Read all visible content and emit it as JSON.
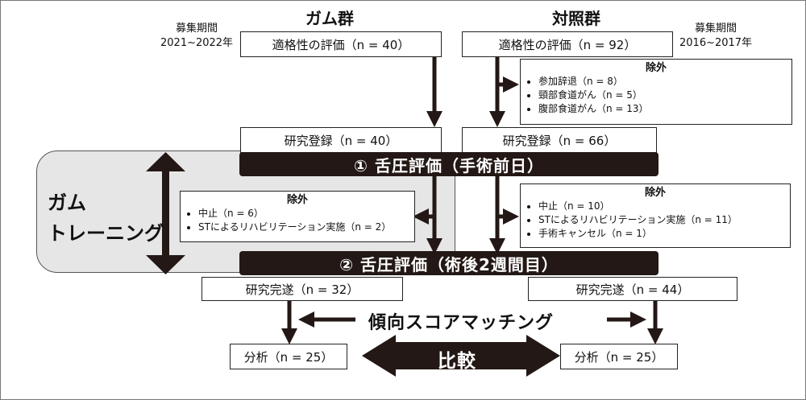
{
  "groups": {
    "gum": {
      "title": "ガム群",
      "period_label": "募集期間",
      "period": "2021~2022年",
      "eligibility": "適格性の評価（n = 40）",
      "enrolled": "研究登録（n = 40）",
      "completed": "研究完遂（n = 32）",
      "analysis": "分析（n = 25）",
      "exclusion": {
        "title": "除外",
        "items": [
          "中止（n = 6）",
          "STによるリハビリテーション実施（n = 2）"
        ]
      }
    },
    "control": {
      "title": "対照群",
      "period_label": "募集期間",
      "period": "2016~2017年",
      "eligibility": "適格性の評価（n = 92）",
      "enrolled": "研究登録（n = 66）",
      "completed": "研究完遂（n = 44）",
      "analysis": "分析（n = 25）",
      "exclusion_pre": {
        "title": "除外",
        "items": [
          "参加辞退（n = 8）",
          "頸部食道がん（n = 5）",
          "腹部食道がん（n = 13）"
        ]
      },
      "exclusion_post": {
        "title": "除外",
        "items": [
          "中止（n = 10）",
          "STによるリハビリテーション実施（n = 11）",
          "手術キャンセル（n = 1）"
        ]
      }
    }
  },
  "bands": {
    "pre": "① 舌圧評価（手術前日）",
    "post": "② 舌圧評価（術後2週間目）"
  },
  "gum_training": {
    "line1": "ガム",
    "line2": "トレーニング"
  },
  "propensity": "傾向スコアマッチング",
  "comparison": "比較",
  "colors": {
    "band": "#231815",
    "training_bg": "#e6e6e6",
    "arrow": "#231815"
  }
}
